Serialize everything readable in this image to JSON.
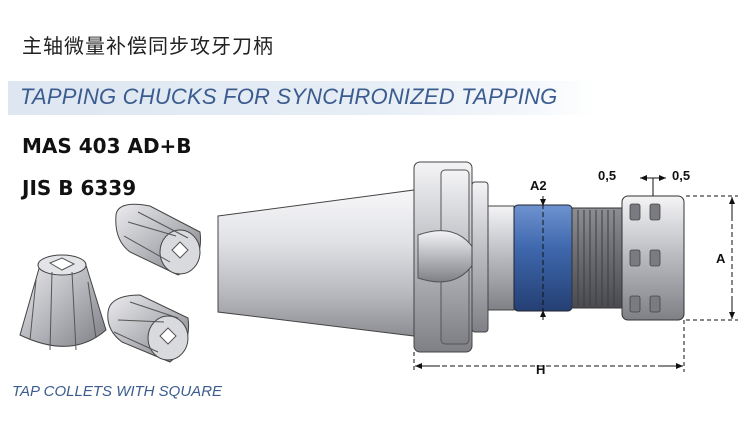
{
  "heading_cn": "主轴微量补偿同步攻牙刀柄",
  "banner_title": "TAPPING CHUCKS FOR SYNCHRONIZED TAPPING",
  "standards": [
    "MAS 403  AD+B",
    "JIS B 6339"
  ],
  "collet_caption": "TAP COLLETS WITH SQUARE",
  "dimensions": {
    "a2": "A2",
    "a": "A",
    "h": "H",
    "float_left": "0,5",
    "float_right": "0,5"
  },
  "colors": {
    "banner_text": "#3b5c8e",
    "ring_blue": "#3f68ae"
  }
}
